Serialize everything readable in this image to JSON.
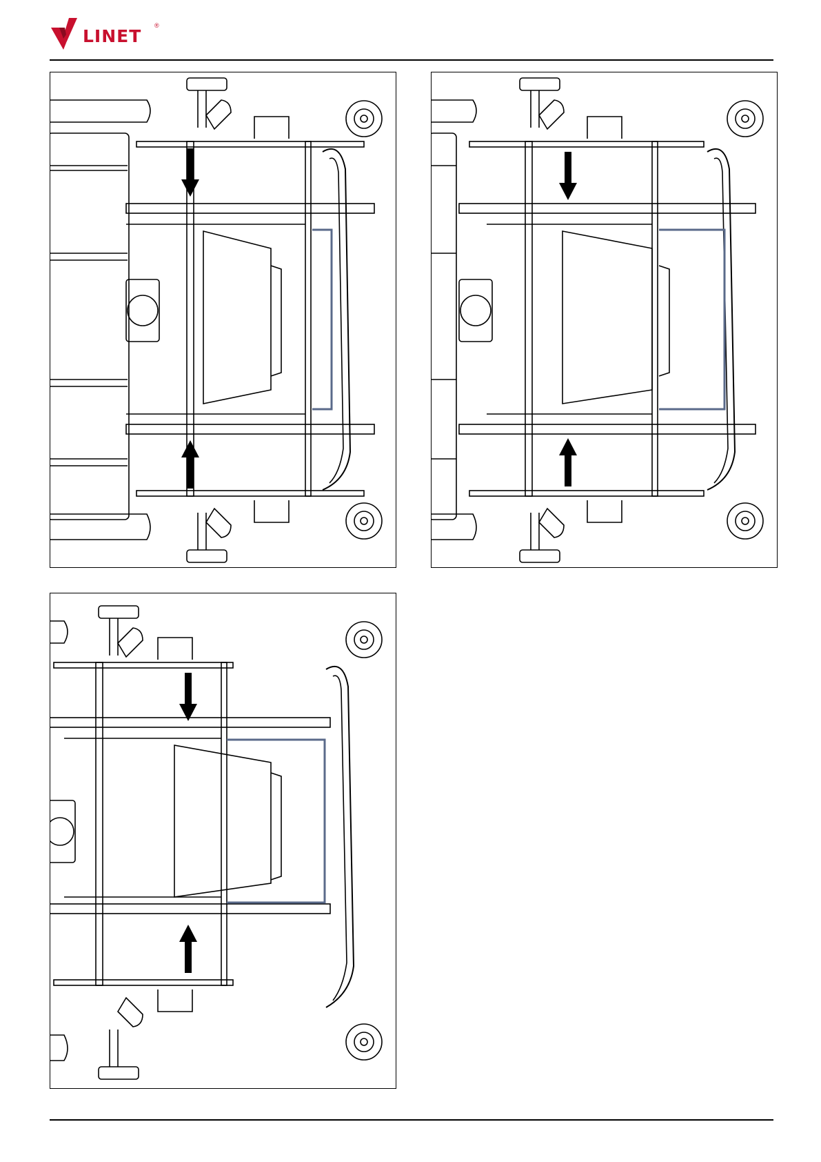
{
  "header": {
    "brand": "LINET",
    "registered_mark": "®",
    "brand_color": "#c8102e"
  },
  "figures": [
    {
      "id": "fig1",
      "state": "retracted",
      "arrow_color": "#000000",
      "accent_color": "#5a6a8a"
    },
    {
      "id": "fig2",
      "state": "extended",
      "arrow_color": "#000000",
      "accent_color": "#5a6a8a"
    },
    {
      "id": "fig3",
      "state": "fully-extended",
      "arrow_color": "#000000",
      "accent_color": "#5a6a8a"
    }
  ]
}
